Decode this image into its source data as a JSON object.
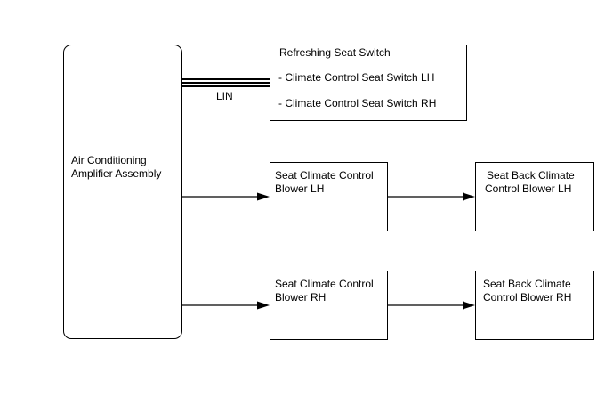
{
  "amplifier": {
    "line1": "Air Conditioning",
    "line2": "Amplifier Assembly"
  },
  "switch_box": {
    "title": "Refreshing Seat Switch",
    "item_lh": "- Climate Control Seat Switch LH",
    "item_rh": "- Climate Control Seat Switch RH"
  },
  "lin_label": "LIN",
  "blower_lh": {
    "line1": "Seat Climate Control",
    "line2": "Blower LH"
  },
  "back_blower_lh": {
    "line1": "Seat Back Climate",
    "line2": "Control Blower LH"
  },
  "blower_rh": {
    "line1": "Seat Climate Control",
    "line2": "Blower RH"
  },
  "back_blower_rh": {
    "line1": "Seat Back Climate",
    "line2": "Control Blower RH"
  }
}
